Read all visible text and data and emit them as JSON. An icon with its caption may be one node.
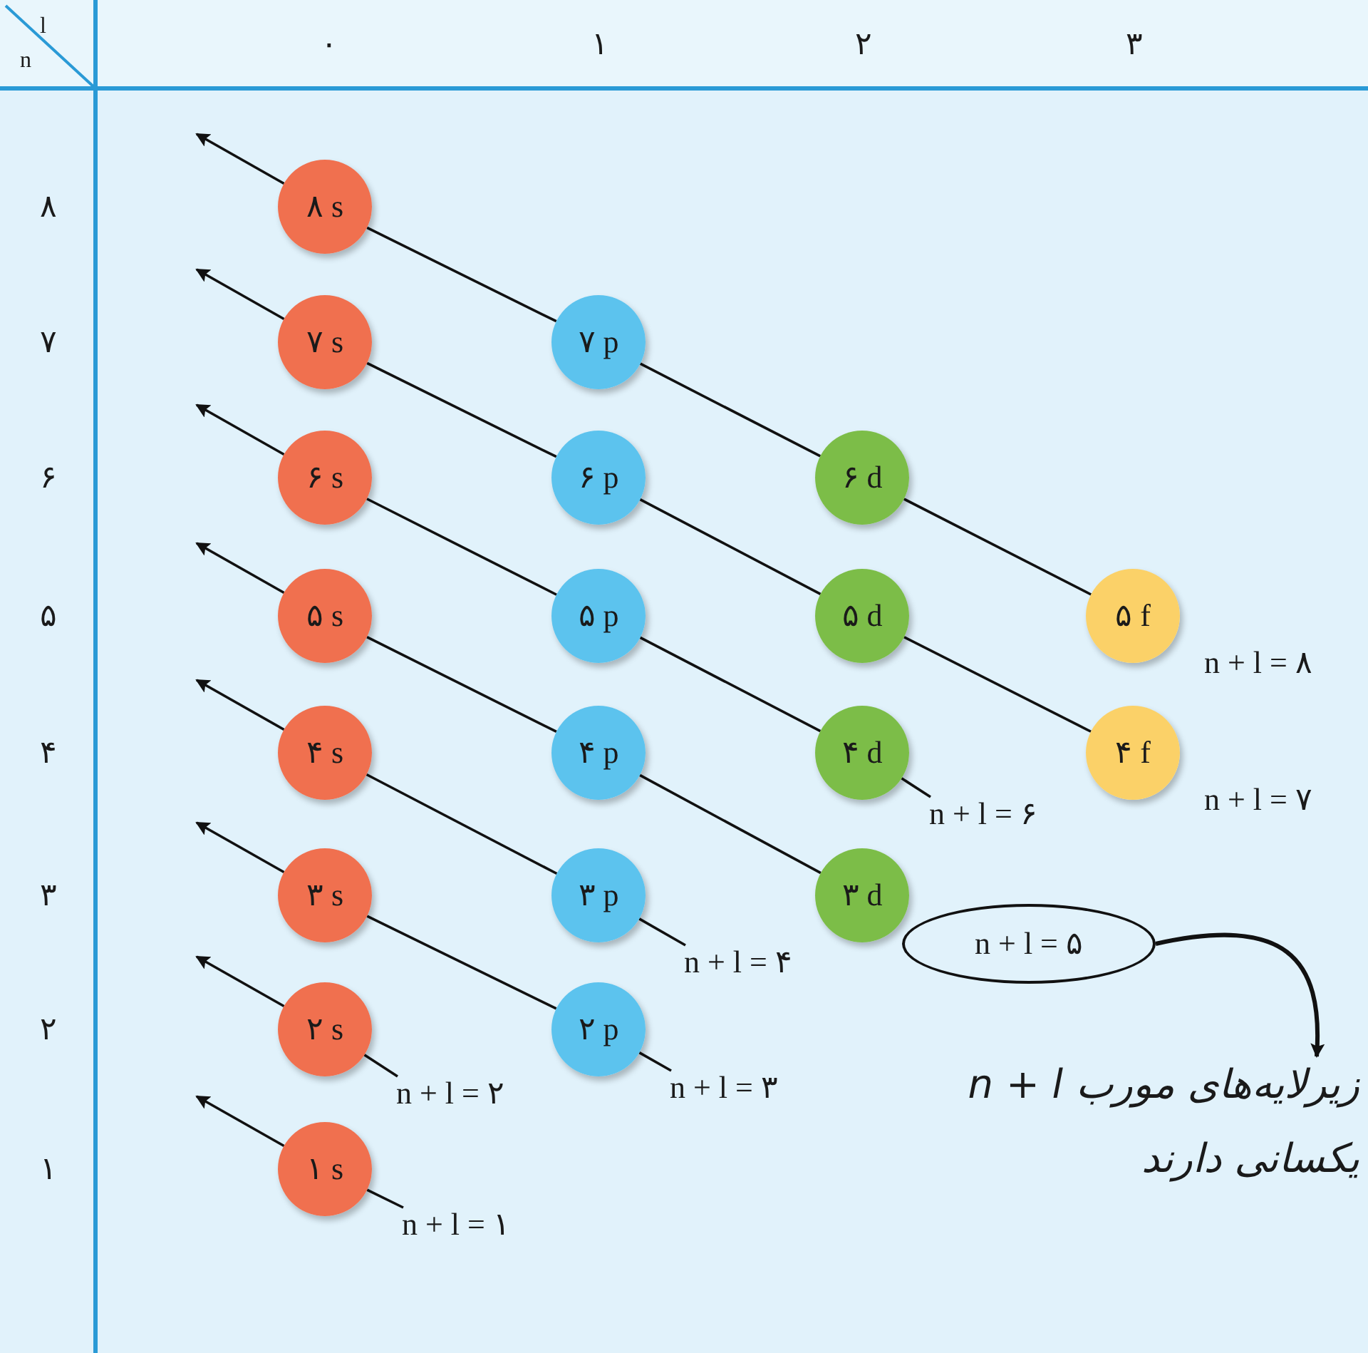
{
  "diagram": {
    "nodes": [
      {
        "text": [
          "۸ s"
        ]
      },
      {
        "text": [
          "۷ s"
        ]
      },
      {
        "text": [
          "۷ p"
        ]
      },
      {
        "text": [
          "۶ s"
        ]
      },
      {
        "text": [
          "۶ p"
        ]
      },
      {
        "text": [
          "۶ d"
        ]
      },
      {
        "text": [
          "۵ s"
        ]
      },
      {
        "text": [
          "۵ p"
        ]
      },
      {
        "text": [
          "۵ d"
        ]
      },
      {
        "text": [
          "۵ f"
        ],
        "beside": [
          "n + l = ۸"
        ]
      },
      {
        "text": [
          "۴ s"
        ]
      },
      {
        "text": [
          "۴ p"
        ]
      },
      {
        "text": [
          "۴ d"
        ]
      },
      {
        "text": [
          "۴ f"
        ],
        "beside": [
          "n + l = ۷"
        ]
      },
      {
        "text": [
          "۳ s"
        ]
      },
      {
        "text": [
          "۳ p"
        ]
      },
      {
        "text": [
          "۳ d"
        ]
      },
      {
        "text": [
          "۲ s"
        ]
      },
      {
        "text": [
          "۲ p"
        ]
      },
      {
        "text": [
          "۱ s"
        ]
      },
      {
        "text": [
          "n + l = ۶"
        ]
      },
      {
        "text": [
          "n + l = ۵"
        ]
      },
      {
        "text": [
          "n + l = ۴"
        ]
      },
      {
        "text": [
          "n + l = ۳"
        ]
      },
      {
        "text": [
          "n + l = ۲"
        ]
      },
      {
        "text": [
          "n + l = ۱"
        ]
      },
      {
        "text": [
          "زیرلایه‌های مورب n + l یکسانی دارند"
        ]
      }
    ],
    "edges": [
      {
        "from": 25,
        "to": 19,
        "arrow": "none"
      },
      {
        "from": 19,
        "to": null,
        "arrow": "to"
      },
      {
        "from": 24,
        "to": 17,
        "arrow": "none"
      },
      {
        "from": 17,
        "to": null,
        "arrow": "to"
      },
      {
        "from": 23,
        "to": 18,
        "arrow": "none"
      },
      {
        "from": 18,
        "to": 14,
        "arrow": "none"
      },
      {
        "from": 14,
        "to": null,
        "arrow": "to"
      },
      {
        "from": 22,
        "to": 15,
        "arrow": "none"
      },
      {
        "from": 15,
        "to": 10,
        "arrow": "none"
      },
      {
        "from": 10,
        "to": null,
        "arrow": "to"
      },
      {
        "from": 16,
        "to": 11,
        "arrow": "none"
      },
      {
        "from": 11,
        "to": 6,
        "arrow": "none"
      },
      {
        "from": 6,
        "to": null,
        "arrow": "to"
      },
      {
        "from": 20,
        "to": 12,
        "arrow": "none"
      },
      {
        "from": 12,
        "to": 7,
        "arrow": "none"
      },
      {
        "from": 7,
        "to": 3,
        "arrow": "none"
      },
      {
        "from": 3,
        "to": null,
        "arrow": "to"
      },
      {
        "from": 13,
        "to": 8,
        "arrow": "none"
      },
      {
        "from": 8,
        "to": 4,
        "arrow": "none"
      },
      {
        "from": 4,
        "to": 1,
        "arrow": "none"
      },
      {
        "from": 1,
        "to": null,
        "arrow": "to"
      },
      {
        "from": 9,
        "to": 5,
        "arrow": "none"
      },
      {
        "from": 5,
        "to": 2,
        "arrow": "none"
      },
      {
        "from": 2,
        "to": 0,
        "arrow": "none"
      },
      {
        "from": 0,
        "to": null,
        "arrow": "to"
      },
      {
        "from": 21,
        "to": 26,
        "arrow": "to"
      }
    ],
    "labels": [
      "l",
      "n",
      "۰",
      "۱",
      "۲",
      "۳",
      "۸",
      "۷",
      "۶",
      "۵",
      "۴",
      "۳",
      "۲",
      "۱"
    ]
  }
}
